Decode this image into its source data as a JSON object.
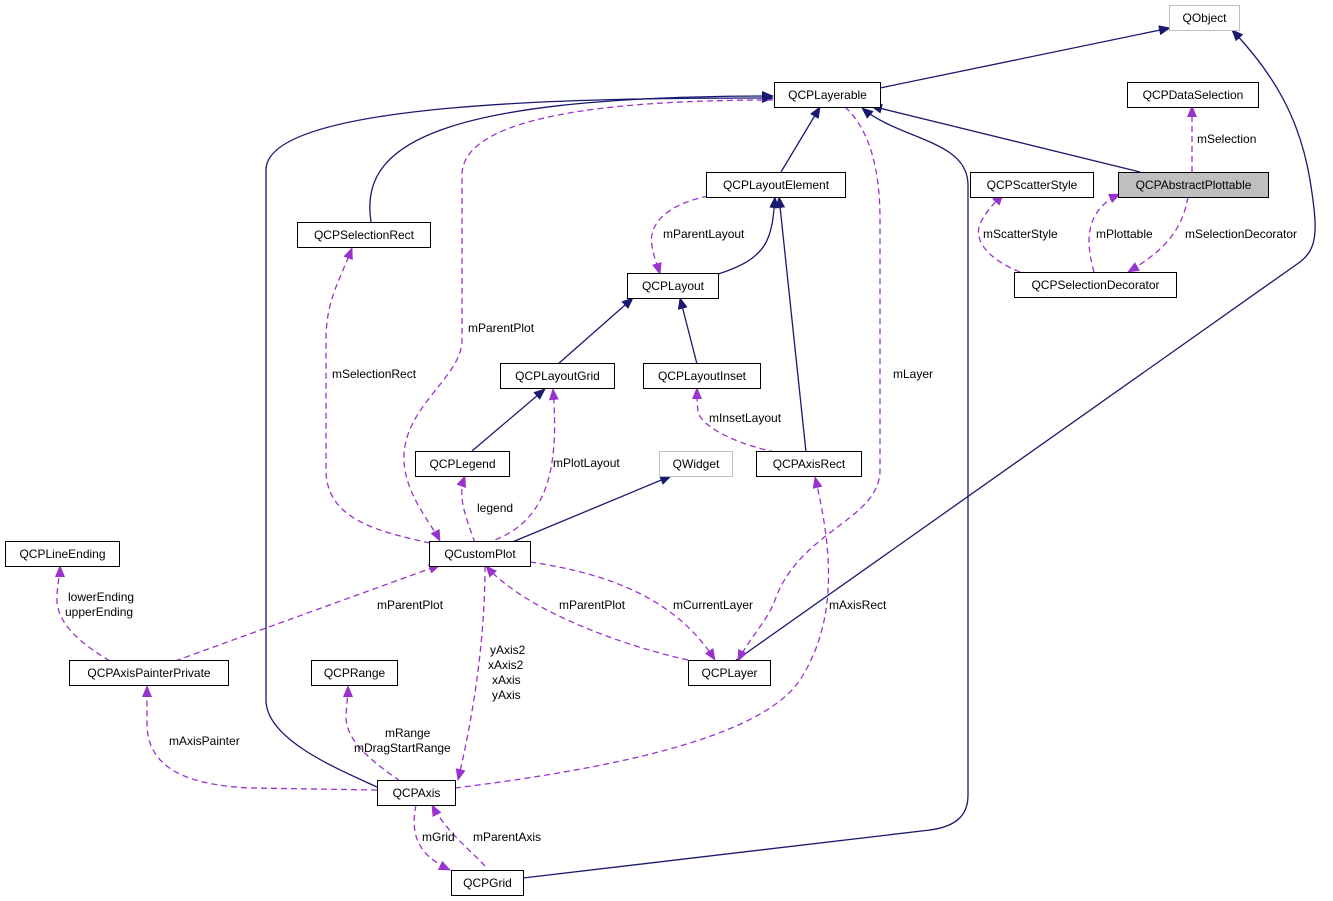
{
  "colors": {
    "inheritance": "#191970",
    "usage": "#9a32cd",
    "highlight_fill": "#bfbfbf",
    "external_border": "#bfbfbf"
  },
  "nodes": {
    "qobject": "QObject",
    "qcplayerable": "QCPLayerable",
    "qcpdataselection": "QCPDataSelection",
    "qcpscatterstyle": "QCPScatterStyle",
    "qcpabstractplottable": "QCPAbstractPlottable",
    "qcplayoutelement": "QCPLayoutElement",
    "qcpselectionrect": "QCPSelectionRect",
    "qcplayout": "QCPLayout",
    "qcpselectiondecorator": "QCPSelectionDecorator",
    "qcplayoutgrid": "QCPLayoutGrid",
    "qcplayoutinset": "QCPLayoutInset",
    "qcplegend": "QCPLegend",
    "qwidget": "QWidget",
    "qcpaxisrect": "QCPAxisRect",
    "qcplineending": "QCPLineEnding",
    "qcpcustomplot": "QCustomPlot",
    "qcpaxispainterprivate": "QCPAxisPainterPrivate",
    "qcprange": "QCPRange",
    "qcplayer": "QCPLayer",
    "qcpaxis": "QCPAxis",
    "qcpgrid": "QCPGrid"
  },
  "edge_labels": {
    "mselection": "mSelection",
    "mscatterstyle": "mScatterStyle",
    "mplottable": "mPlottable",
    "mselectiondecorator": "mSelectionDecorator",
    "mparentlayout": "mParentLayout",
    "mparentplot_top": "mParentPlot",
    "mselectionrect": "mSelectionRect",
    "mlayer": "mLayer",
    "minsetlayout": "mInsetLayout",
    "mplotlayout": "mPlotLayout",
    "legend": "legend",
    "lowerending": "lowerEnding",
    "upperending": "upperEnding",
    "mparentplot_painter": "mParentPlot",
    "mparentplot_layer": "mParentPlot",
    "mcurrentlayer": "mCurrentLayer",
    "maxisrect": "mAxisRect",
    "yaxis2": "yAxis2",
    "xaxis2": "xAxis2",
    "xaxis": "xAxis",
    "yaxis": "yAxis",
    "mrange": "mRange",
    "mdragstartrange": "mDragStartRange",
    "maxispainter": "mAxisPainter",
    "mgrid": "mGrid",
    "mparentaxis": "mParentAxis"
  }
}
